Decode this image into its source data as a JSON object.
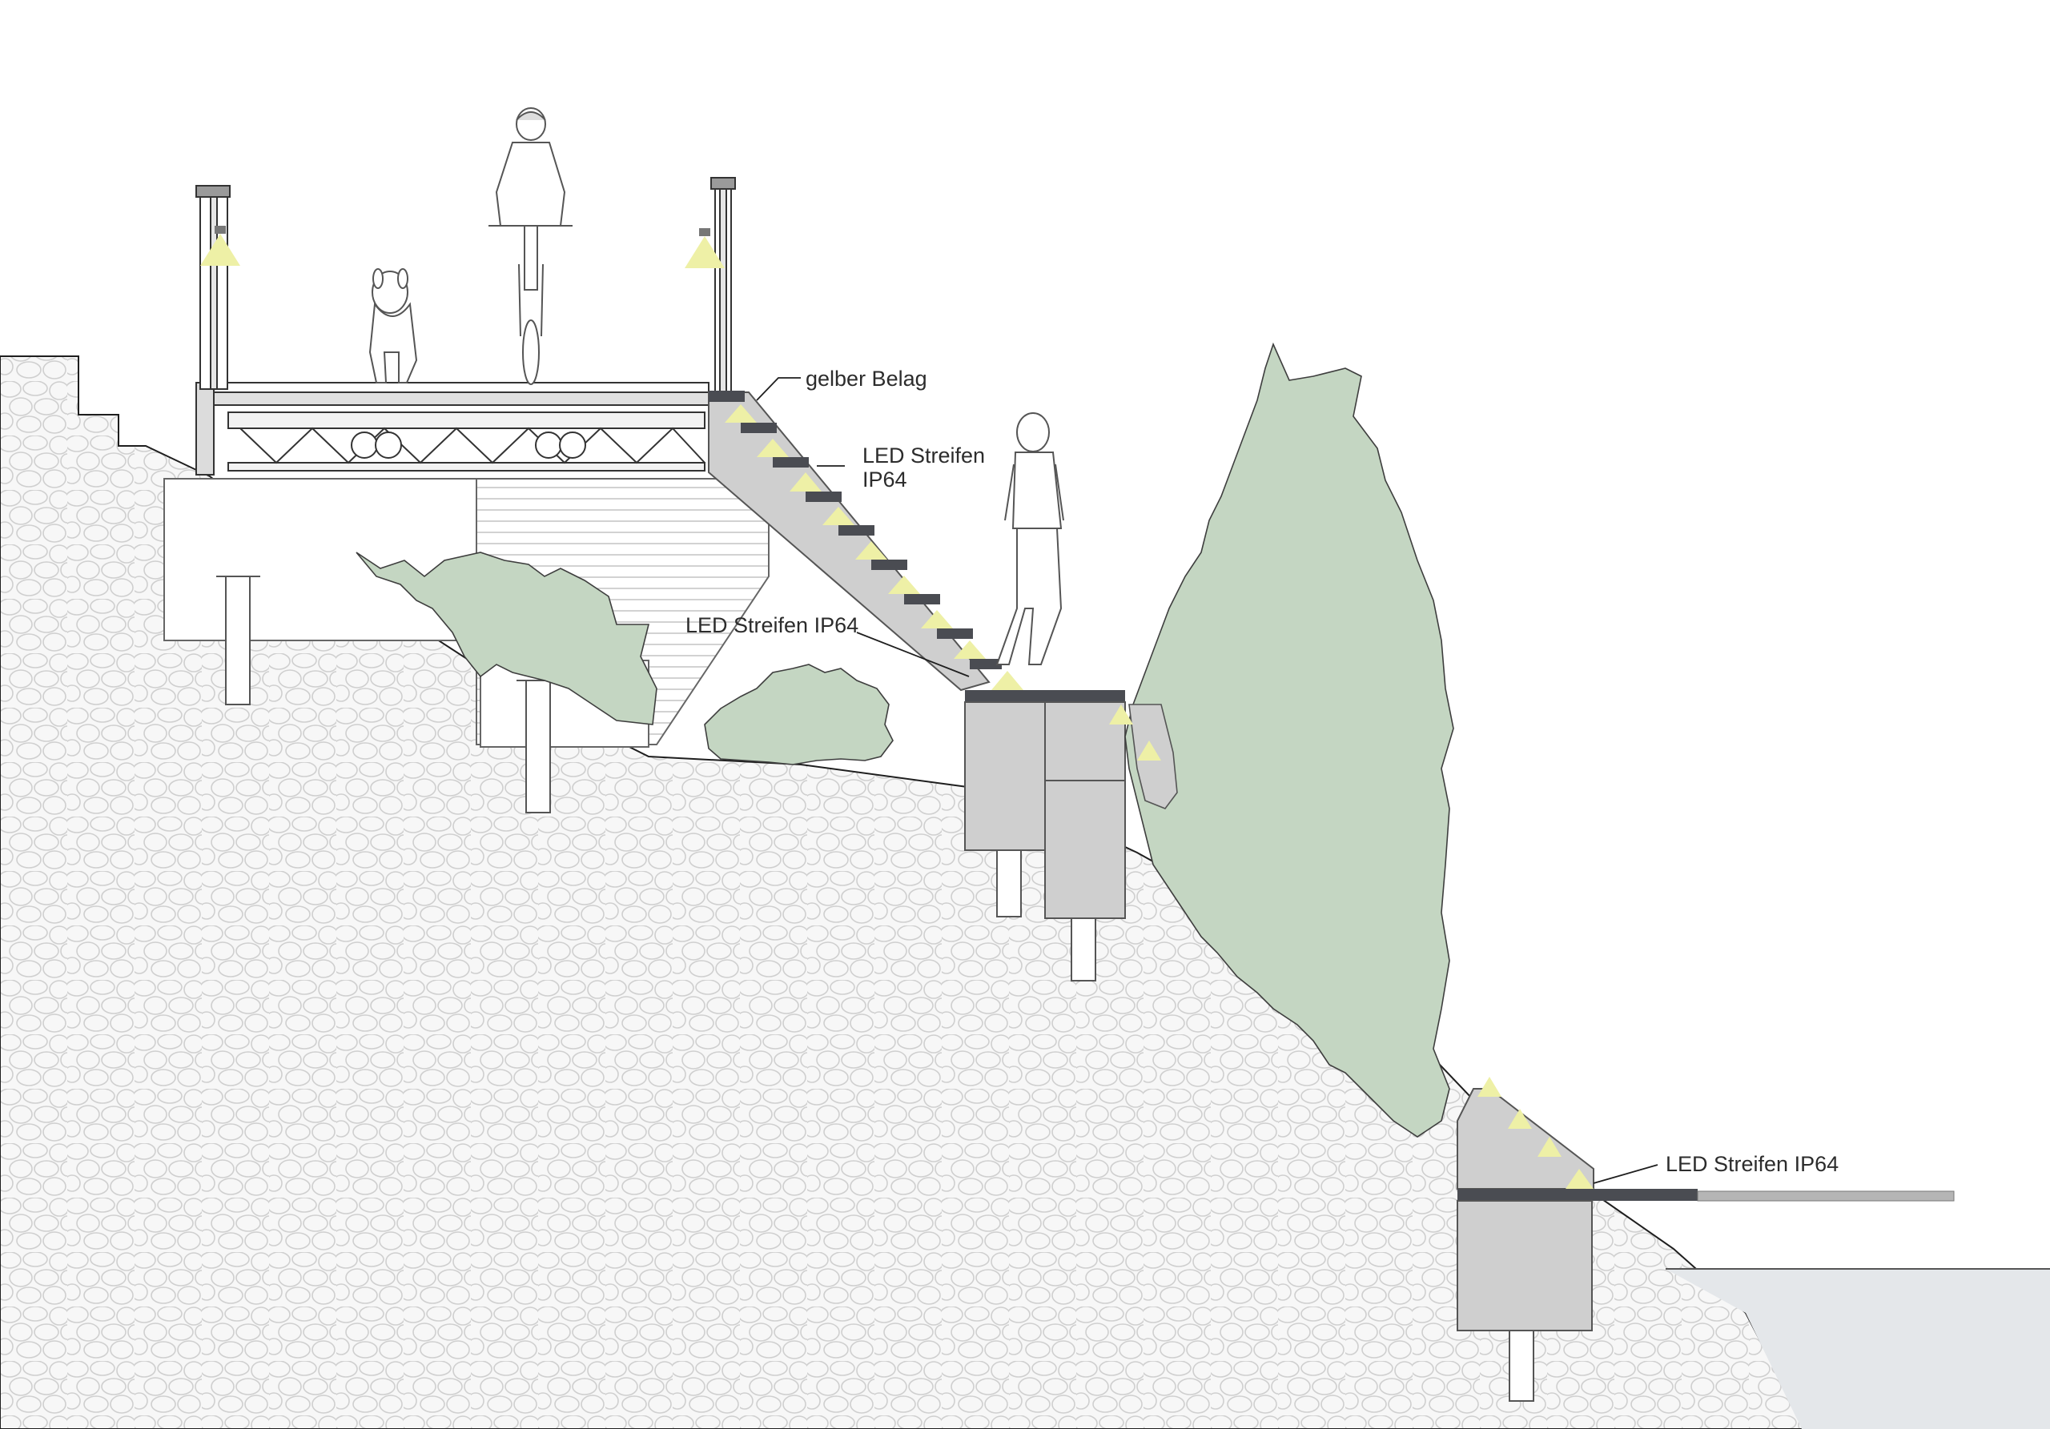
{
  "annotations": {
    "yellow_surface": "gelber Belag",
    "led_stairs_line1": "LED Streifen",
    "led_stairs_line2": "IP64",
    "led_landing": "LED Streifen IP64",
    "led_bottom": "LED Streifen IP64"
  },
  "colors": {
    "background": "#ffffff",
    "stone_fill": "#f7f7f7",
    "stone_stroke": "#cfcfcf",
    "concrete": "#cfcfcf",
    "concrete_dark": "#b5b5b5",
    "tread_dark": "#4a4c52",
    "vegetation": "#c4d6c2",
    "vegetation_stroke": "#3e3e3e",
    "led_yellow": "#eef0a6",
    "water": "#e4e7ea",
    "line": "#1e1e1e"
  },
  "icons": [
    "cyclist-figure",
    "dog-figure",
    "pedestrian-figure",
    "lamp-post",
    "led-light-cone",
    "tree",
    "shrub",
    "pile-foundation"
  ]
}
